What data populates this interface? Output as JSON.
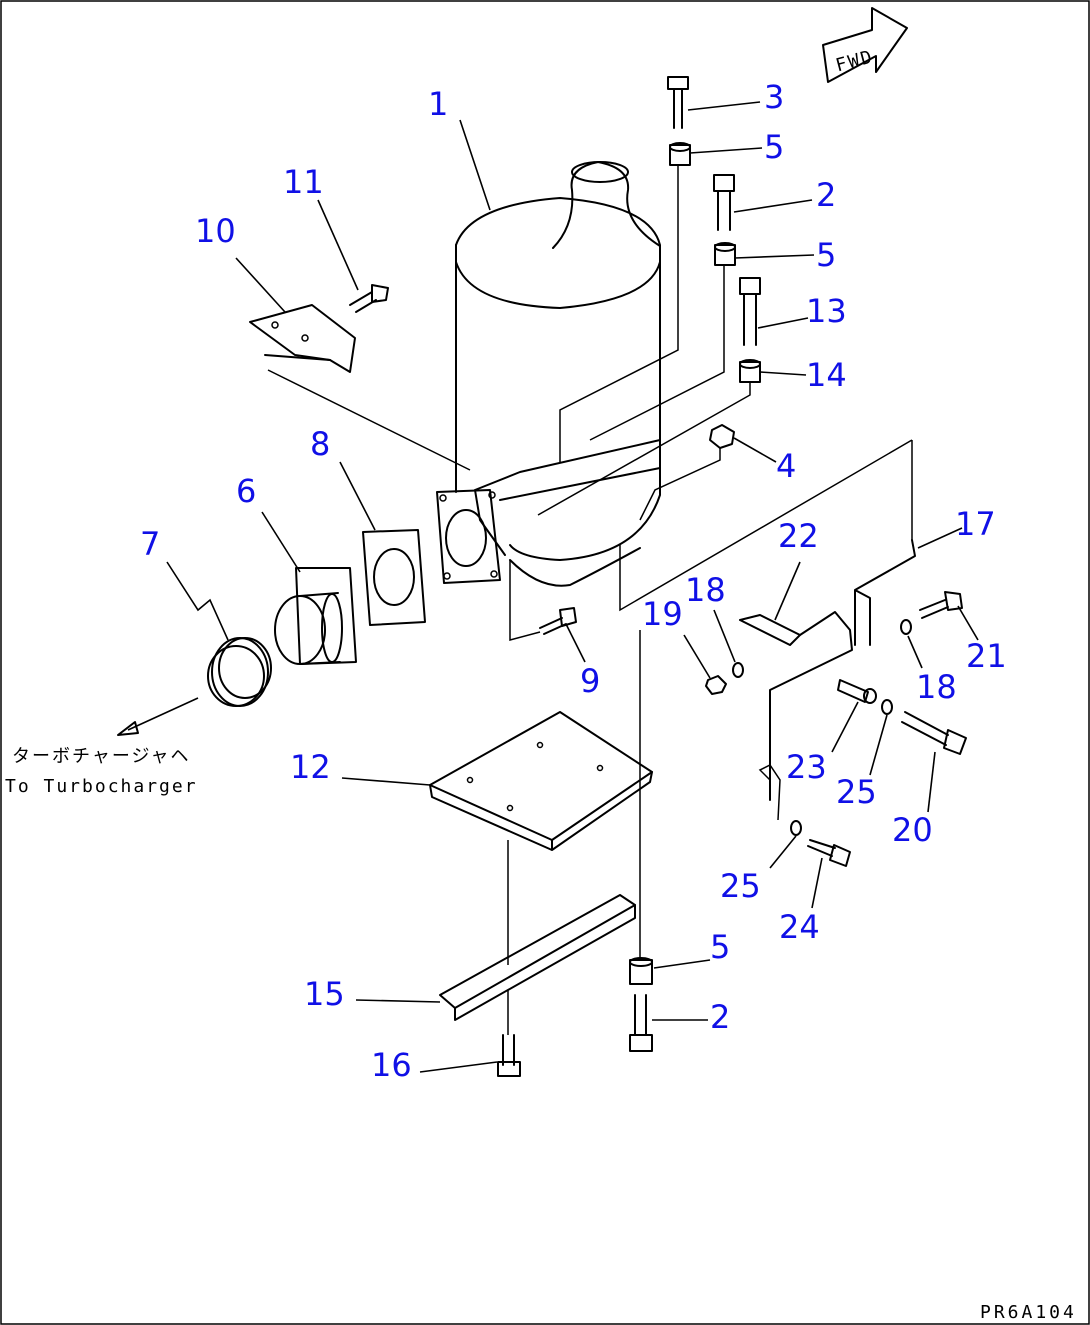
{
  "fwd_label": "FWD",
  "turbo_label_jp": "ターボチャージャヘ",
  "turbo_label_en": "To Turbocharger",
  "figure_ref": "PR6A104",
  "callout_color": "#1010e6",
  "callouts": [
    {
      "id": "c1",
      "text": "1"
    },
    {
      "id": "c3",
      "text": "3"
    },
    {
      "id": "c5a",
      "text": "5"
    },
    {
      "id": "c2a",
      "text": "2"
    },
    {
      "id": "c5b",
      "text": "5"
    },
    {
      "id": "c13",
      "text": "13"
    },
    {
      "id": "c14",
      "text": "14"
    },
    {
      "id": "c4",
      "text": "4"
    },
    {
      "id": "c11",
      "text": "11"
    },
    {
      "id": "c10",
      "text": "10"
    },
    {
      "id": "c8",
      "text": "8"
    },
    {
      "id": "c6",
      "text": "6"
    },
    {
      "id": "c7",
      "text": "7"
    },
    {
      "id": "c9",
      "text": "9"
    },
    {
      "id": "c17",
      "text": "17"
    },
    {
      "id": "c22",
      "text": "22"
    },
    {
      "id": "c18a",
      "text": "18"
    },
    {
      "id": "c19",
      "text": "19"
    },
    {
      "id": "c21",
      "text": "21"
    },
    {
      "id": "c18b",
      "text": "18"
    },
    {
      "id": "c23",
      "text": "23"
    },
    {
      "id": "c25a",
      "text": "25"
    },
    {
      "id": "c20",
      "text": "20"
    },
    {
      "id": "c25b",
      "text": "25"
    },
    {
      "id": "c24",
      "text": "24"
    },
    {
      "id": "c12",
      "text": "12"
    },
    {
      "id": "c5c",
      "text": "5"
    },
    {
      "id": "c15",
      "text": "15"
    },
    {
      "id": "c2b",
      "text": "2"
    },
    {
      "id": "c16",
      "text": "16"
    }
  ]
}
